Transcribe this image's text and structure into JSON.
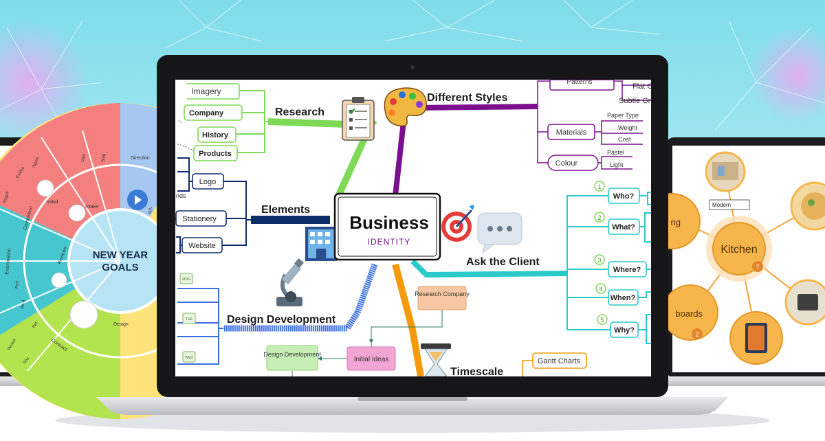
{
  "center": {
    "title": "Business",
    "subtitle": "IDENTITY"
  },
  "branches": {
    "research": "Research",
    "styles": "Different Styles",
    "elements": "Elements",
    "client": "Ask the Client",
    "design": "Design Development",
    "timescale": "Timescale"
  },
  "research_items": [
    "Imagery",
    "Company",
    "History",
    "Products"
  ],
  "elements_items": [
    "Logo",
    "nds",
    "Stationery",
    "Website"
  ],
  "styles": {
    "patterns": "Patterns",
    "flat": "Flat C",
    "subtle": "Subtle Gr",
    "materials": "Materials",
    "paper_type": "Paper Type",
    "weight": "Weight",
    "cost": "Cost",
    "colour": "Colour",
    "pastel": "Pastel",
    "light": "Light"
  },
  "client_questions": [
    {
      "num": "1",
      "label": "Who?"
    },
    {
      "num": "2",
      "label": "What?"
    },
    {
      "num": "3",
      "label": "Where?"
    },
    {
      "num": "4",
      "label": "When?"
    },
    {
      "num": "5",
      "label": "Why?"
    }
  ],
  "design_flow": {
    "research_company": "Research Company",
    "initial_ideas": "Initial Ideas",
    "design_development": "Design Development"
  },
  "calendar_days": [
    "MON",
    "TUE",
    "WED"
  ],
  "timescale_items": [
    "Gantt Charts"
  ],
  "left_screen": {
    "title_line1": "NEW YEAR",
    "title_line2": "GOALS",
    "segments": [
      "Initial",
      "Intake",
      "Reviews",
      "Completion",
      "Examination",
      "Design",
      "Contract",
      "Direction",
      "Vis",
      "Valu",
      "Stag",
      "Agree",
      "Evalua",
      "Negoti",
      "Perf",
      "Re-d",
      "Ret",
      "Reassi",
      "Sho"
    ]
  },
  "right_screen": {
    "center": "Kitchen",
    "center_badge": "7",
    "input_value": "Modern",
    "left_node": "ng",
    "bottom_node": "boards",
    "bottom_badge": "2"
  },
  "colors": {
    "research": "#7ED957",
    "styles": "#7B0F8E",
    "elements": "#0B2E6B",
    "client": "#2BC9C9",
    "design": "#3B6FE0",
    "timescale": "#F59A0C"
  }
}
